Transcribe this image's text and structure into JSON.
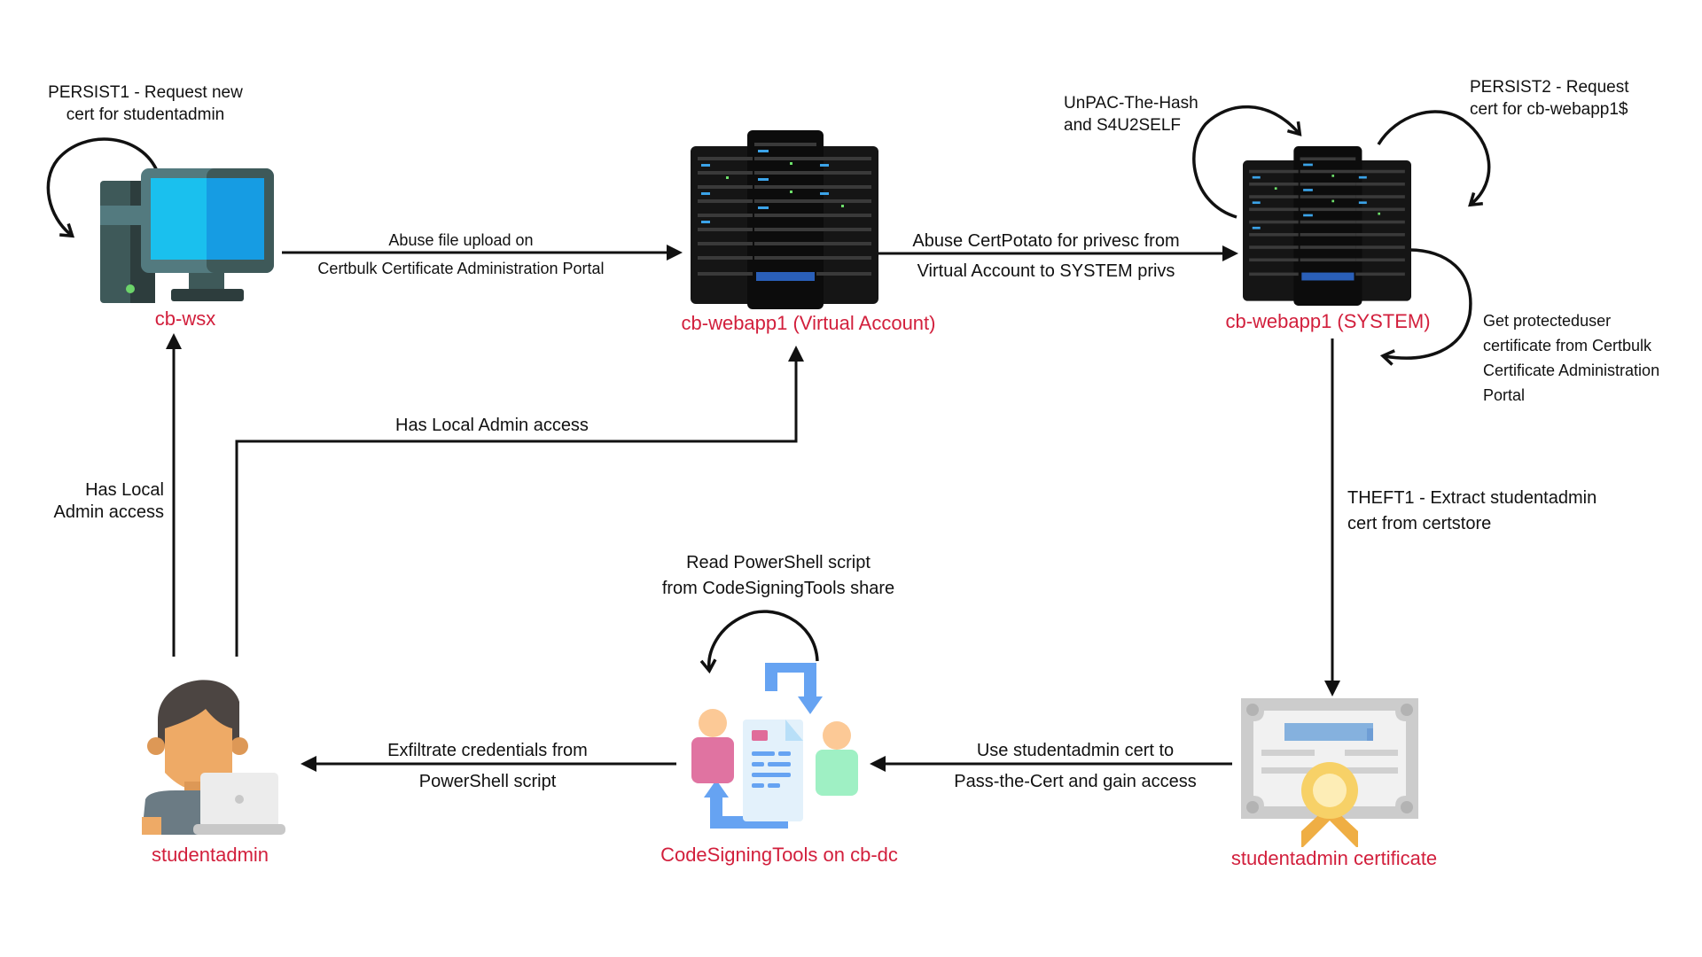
{
  "colors": {
    "node_label": "#d21f3c",
    "edge": "#111111",
    "background": "#ffffff"
  },
  "nodes": {
    "workstation": {
      "label": "cb-wsx",
      "icon": "desktop-computer-icon"
    },
    "webapp_virtual": {
      "label": "cb-webapp1 (Virtual Account)",
      "icon": "server-rack-icon"
    },
    "webapp_system": {
      "label": "cb-webapp1 (SYSTEM)",
      "icon": "server-rack-icon"
    },
    "certificate": {
      "label": "studentadmin certificate",
      "icon": "certificate-icon"
    },
    "codesigning": {
      "label": "CodeSigningTools on cb-dc",
      "icon": "file-share-icon"
    },
    "user": {
      "label": "studentadmin",
      "icon": "user-laptop-icon"
    }
  },
  "edges": {
    "persist1": {
      "lines": [
        "PERSIST1 - Request new",
        "cert for studentadmin"
      ]
    },
    "file_upload": {
      "lines": [
        "Abuse file upload on",
        "Certbulk Certificate Administration Portal"
      ]
    },
    "certpotato": {
      "lines": [
        "Abuse CertPotato for privesc from",
        "Virtual Account to SYSTEM privs"
      ]
    },
    "unpac": {
      "lines": [
        "UnPAC-The-Hash",
        "and S4U2SELF"
      ]
    },
    "persist2": {
      "lines": [
        "PERSIST2 - Request",
        "cert for cb-webapp1$"
      ]
    },
    "protecteduser": {
      "lines": [
        "Get protecteduser",
        "certificate from Certbulk",
        "Certificate Administration",
        "Portal"
      ]
    },
    "theft1": {
      "lines": [
        "THEFT1 - Extract studentadmin",
        "cert from certstore"
      ]
    },
    "pass_the_cert": {
      "lines": [
        "Use studentadmin cert to",
        "Pass-the-Cert and gain access"
      ]
    },
    "read_script": {
      "lines": [
        "Read PowerShell script",
        "from CodeSigningTools share"
      ]
    },
    "exfiltrate": {
      "lines": [
        "Exfiltrate credentials from",
        "PowerShell script"
      ]
    },
    "local_admin_wsx": {
      "lines": [
        "Has Local",
        "Admin access"
      ]
    },
    "local_admin_webapp": {
      "lines": [
        "Has Local Admin access"
      ]
    }
  }
}
